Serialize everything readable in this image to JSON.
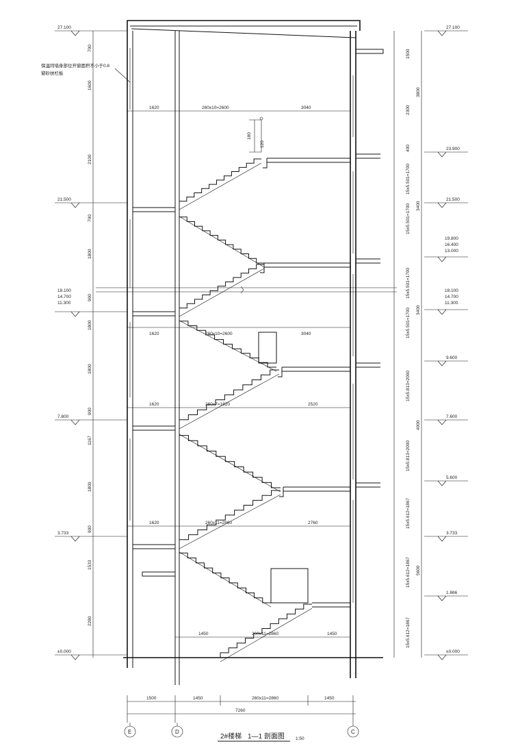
{
  "drawing": {
    "title": "2#楼梯",
    "section": "1—1 剖面图",
    "scale": "1:50",
    "note_line1": "保温同墙身部位开窗面积不小于0.8",
    "note_line2": "窗砂扶栏板",
    "axes": [
      "E",
      "D",
      "C"
    ],
    "left_levels": [
      "27.100",
      "21.500",
      "7.800",
      "3.733",
      "±0.000"
    ],
    "left_level_stack": [
      "18.100",
      "14.700",
      "11.300"
    ],
    "right_levels": [
      "27.100",
      "23.900",
      "21.500",
      "9.600",
      "7.600",
      "5.600",
      "3.733",
      "1.866",
      "±0.000"
    ],
    "right_level_stack_upper": [
      "19.800",
      "16.400",
      "13.000"
    ],
    "right_level_stack_lower": [
      "18.100",
      "14.700",
      "11.300"
    ],
    "left_dims": [
      "700",
      "1600",
      "2100",
      "700",
      "1800",
      "900",
      "1800",
      "1800",
      "900",
      "1167",
      "1800",
      "900",
      "1533",
      "2280"
    ],
    "right_dims_inner": [
      "1500",
      "2300",
      "400",
      "15x5.501=1700",
      "15x5.501=1700",
      "15x5.501=1700",
      "15x5.501=1700",
      "15x5.813=2000",
      "15x5.813=2000",
      "15x5.612=1867",
      "15x5.612=1867",
      "15x5.612=1867"
    ],
    "right_dims_outer": [
      "3800",
      "3400",
      "3400",
      "4000",
      "5600"
    ],
    "plan_dims": [
      [
        "1620",
        "260x10=2600",
        "3040"
      ],
      [
        "1620",
        "260x10=2600",
        "3040"
      ],
      [
        "1620",
        "260x7=1820",
        "2520"
      ],
      [
        "1620",
        "260x11=2860",
        "2760"
      ],
      [
        "1450",
        "260x11=2860",
        "1450"
      ]
    ],
    "bottom_dims": [
      "1500",
      "1450",
      "260x11=2860",
      "1450"
    ],
    "bottom_total": "7260",
    "step_marks": [
      "180",
      "120"
    ]
  }
}
